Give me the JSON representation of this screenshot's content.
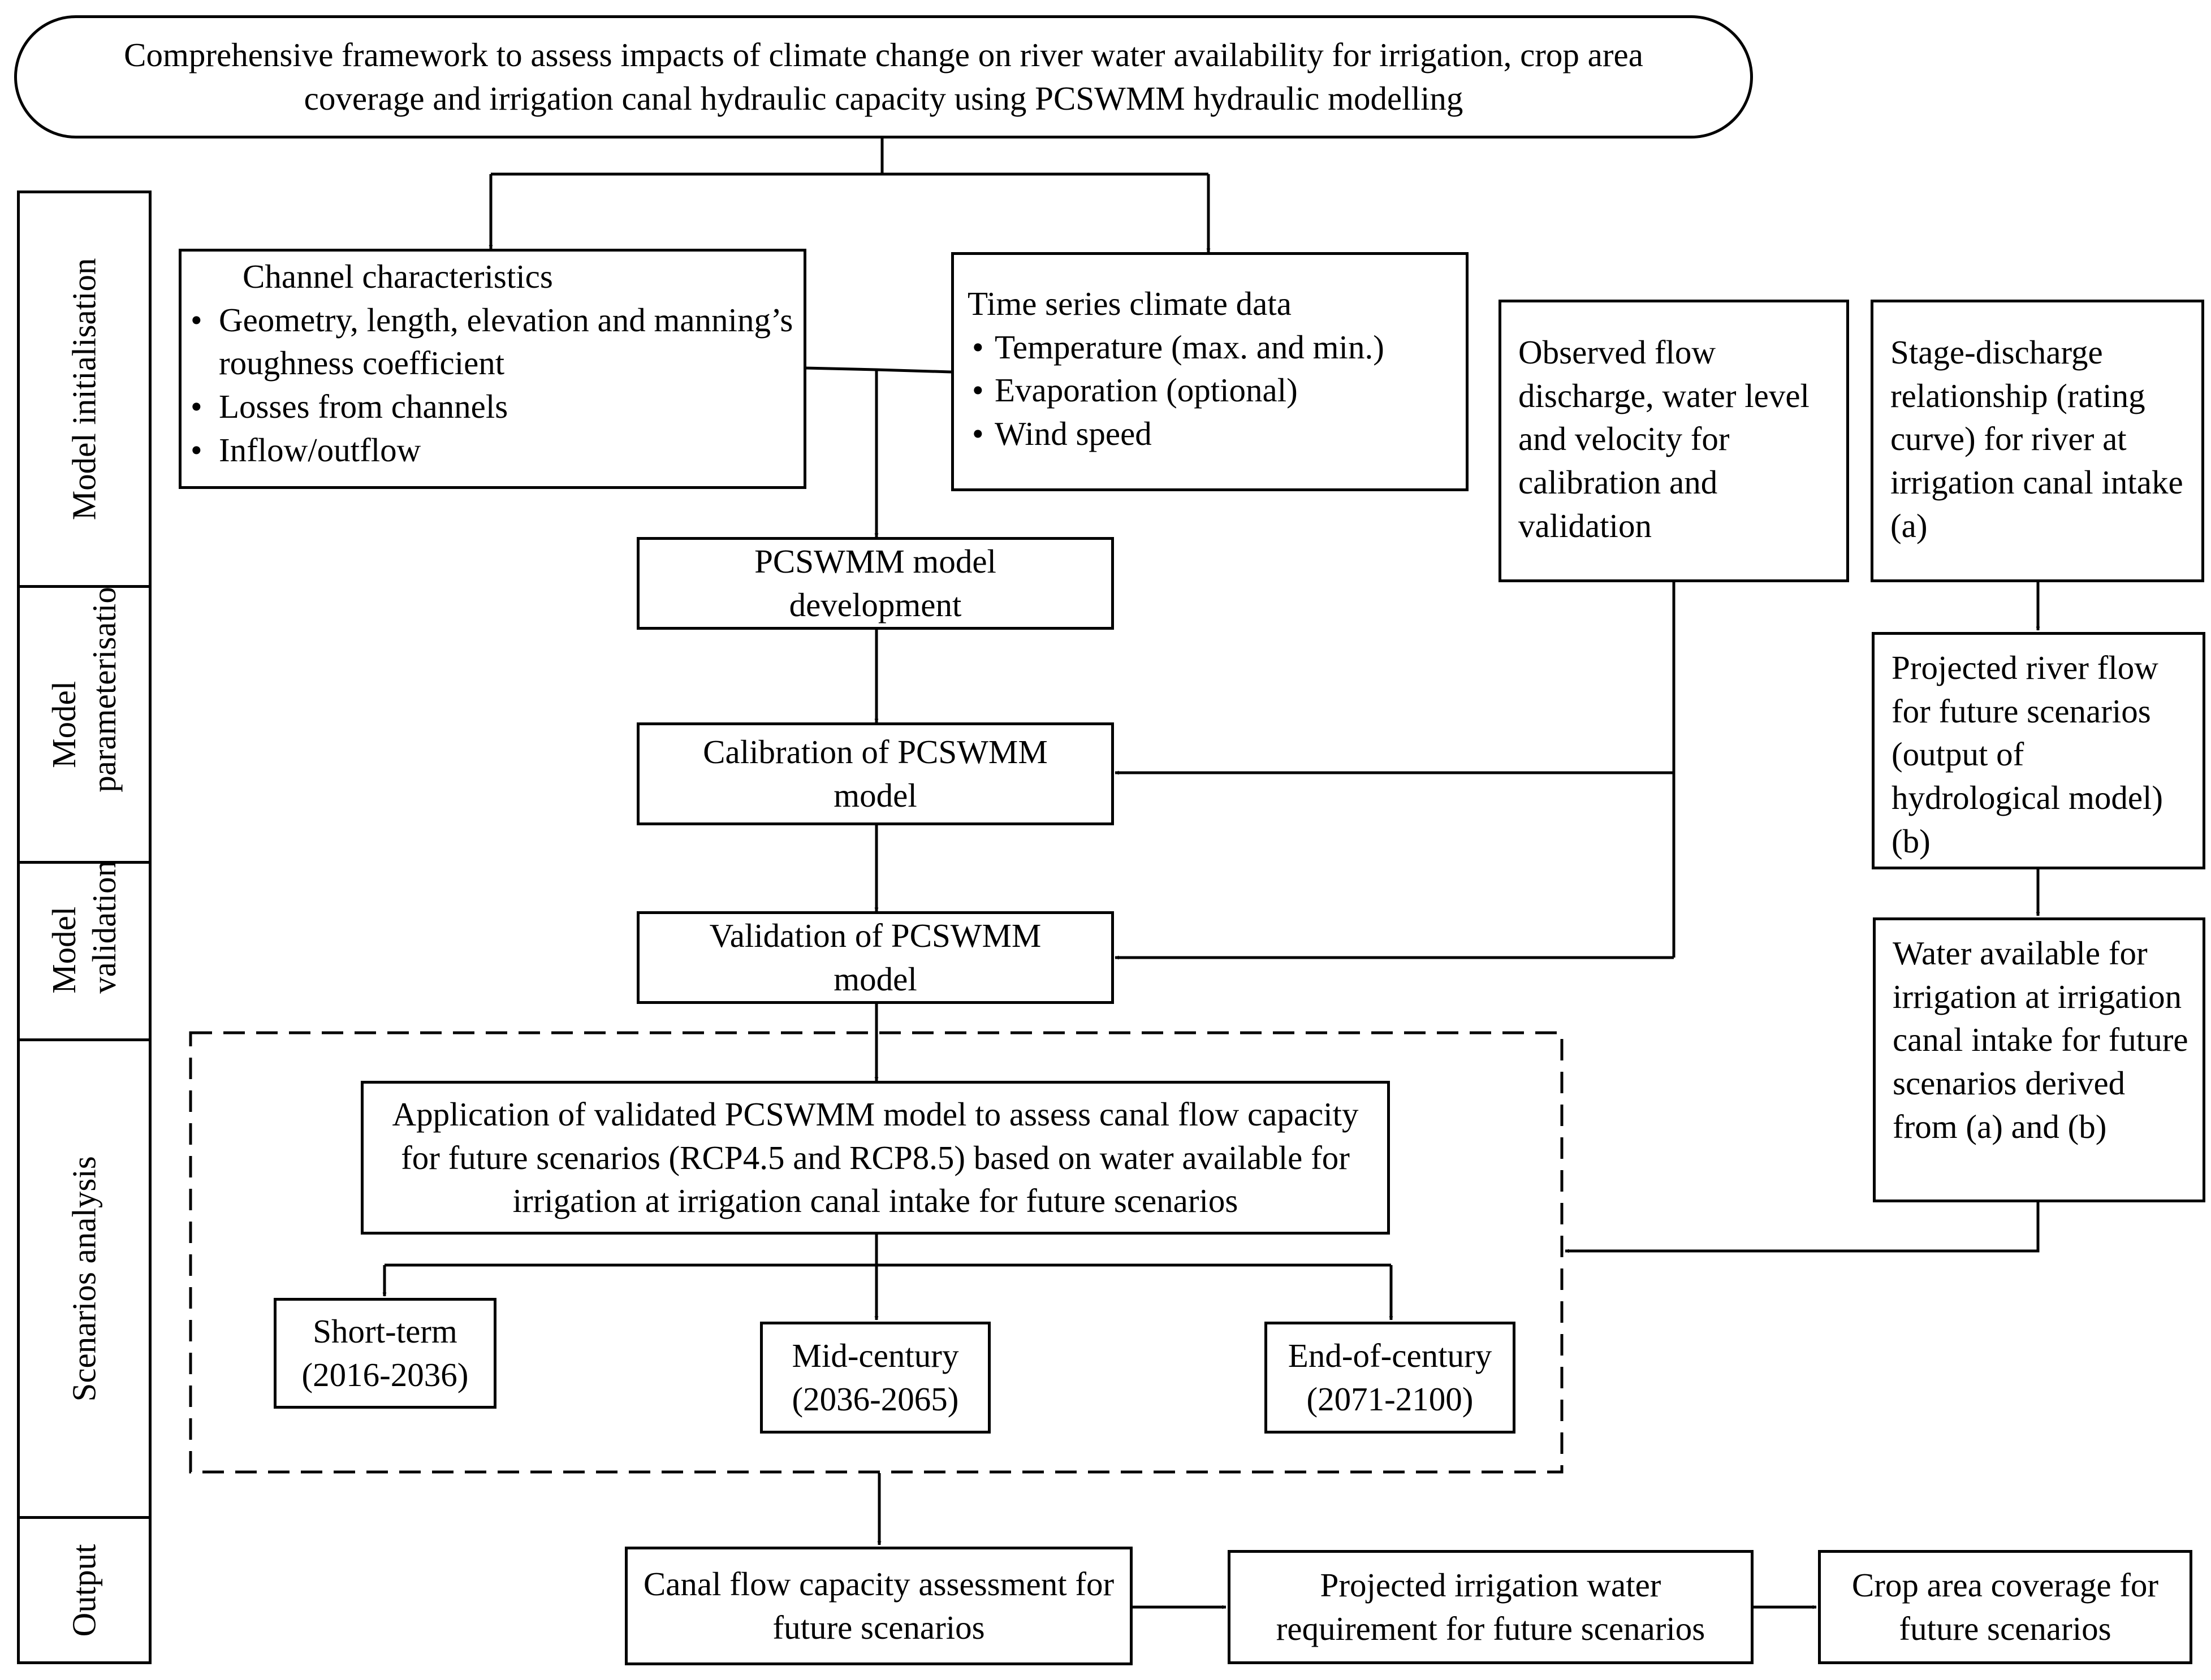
{
  "title": "Comprehensive framework to assess impacts of climate change on river water availability for irrigation, crop area coverage and irrigation canal hydraulic capacity using PCSWMM hydraulic modelling",
  "stages": [
    {
      "label": "Model initialisation"
    },
    {
      "label": "Model parameterisation"
    },
    {
      "label": "Model validation"
    },
    {
      "label": "Scenarios analysis"
    },
    {
      "label": "Output"
    }
  ],
  "channel": {
    "heading": "Channel characteristics",
    "items": [
      "Geometry, length, elevation and manning’s roughness coefficient",
      "Losses from channels",
      "Inflow/outflow"
    ]
  },
  "climate": {
    "heading": "Time series climate data",
    "items": [
      "Temperature (max. and min.)",
      "Evaporation (optional)",
      "Wind speed"
    ]
  },
  "observed": "Observed flow discharge, water level and velocity for calibration  and validation",
  "stage_discharge": "Stage-discharge relationship (rating curve) for river at irrigation canal intake (a)",
  "projected_flow": "Projected river flow for future scenarios (output of hydrological model) (b)",
  "water_available": "Water available for irrigation at irrigation canal intake for future scenarios derived from (a) and (b)",
  "model_dev": "PCSWMM model development",
  "calibration": "Calibration of PCSWMM model",
  "validation": "Validation of PCSWMM model",
  "application": "Application of validated PCSWMM model to assess canal flow capacity for future scenarios (RCP4.5 and RCP8.5) based on water available for irrigation at irrigation canal intake for future scenarios",
  "periods": [
    {
      "label": "Short-term",
      "years": "(2016-2036)"
    },
    {
      "label": "Mid-century",
      "years": "(2036-2065)"
    },
    {
      "label": "End-of-century",
      "years": "(2071-2100)"
    }
  ],
  "canal_capacity": "Canal flow capacity assessment for future scenarios",
  "irrigation_req": "Projected irrigation water requirement for future scenarios",
  "crop_area": "Crop area coverage for future scenarios"
}
